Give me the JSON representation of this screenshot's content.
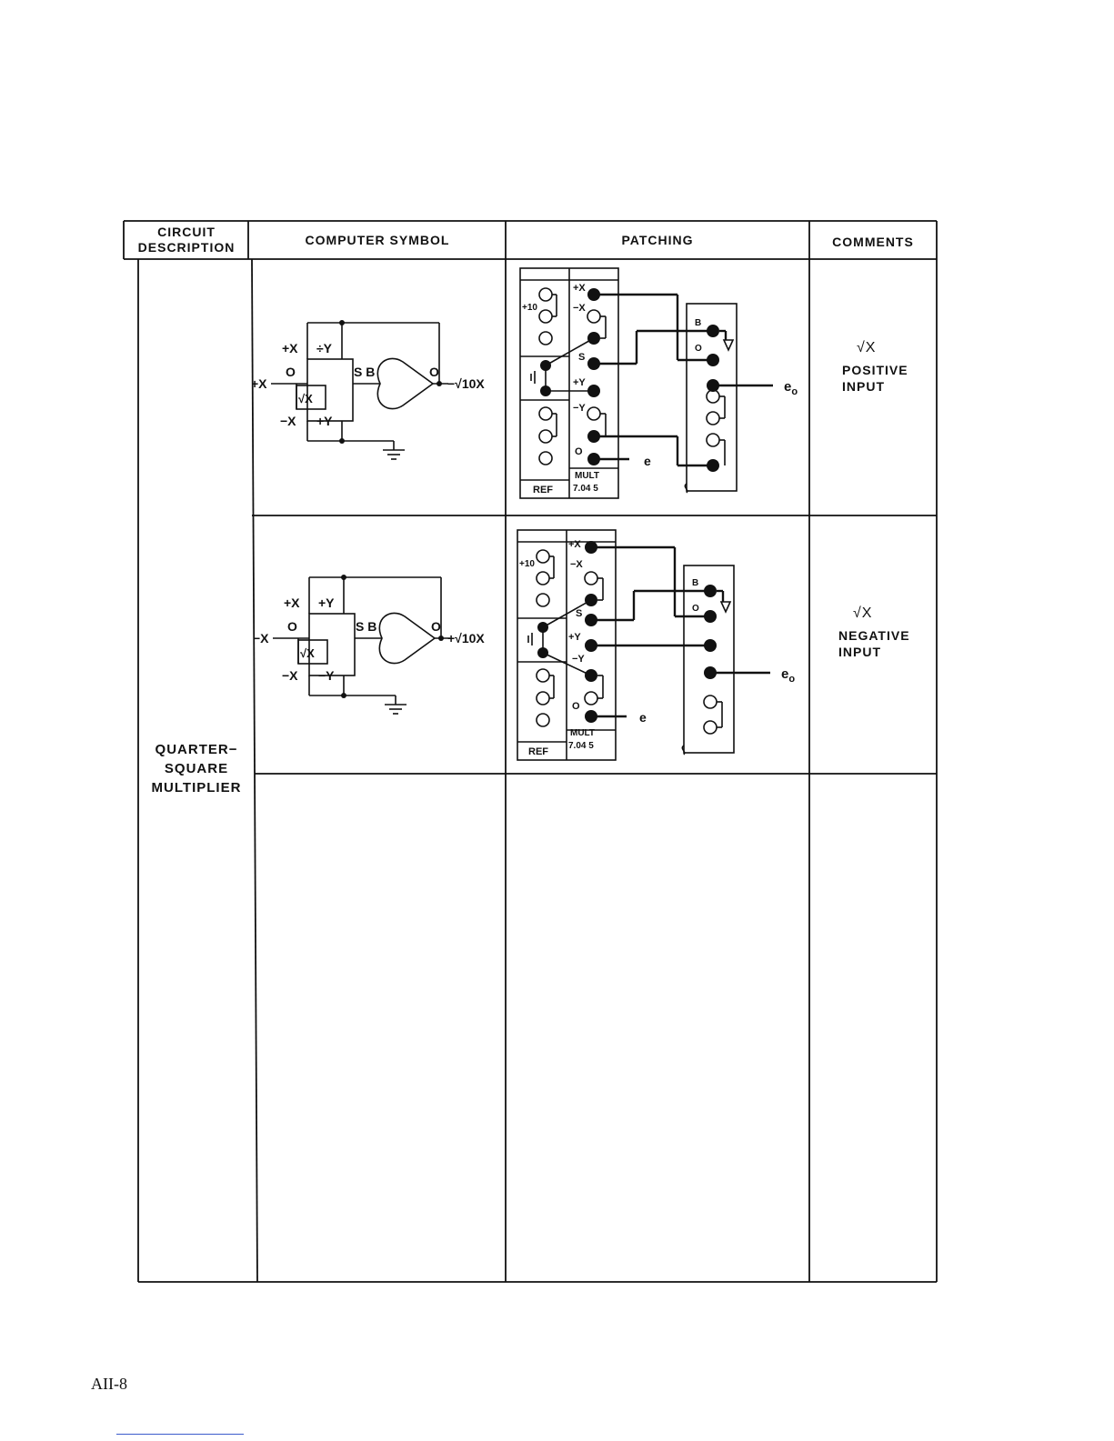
{
  "table": {
    "headers": {
      "circuit_description": "CIRCUIT DESCRIPTION",
      "computer_symbol": "COMPUTER SYMBOL",
      "patching": "PATCHING",
      "comments": "COMMENTS"
    },
    "description": [
      "QUARTER−",
      "SQUARE",
      "MULTIPLIER"
    ],
    "rows": [
      {
        "symbol": {
          "input_left": "+X",
          "top_left": "+X",
          "top_right": "÷Y",
          "port_o": "O",
          "bottom_left": "−X",
          "bottom_right": "+Y",
          "sb": "S B",
          "amp_o": "O",
          "output": "−√10X",
          "sqrt": "√X"
        },
        "patching": {
          "ref_labels": [
            "+10",
            "REF"
          ],
          "mult_labels": [
            "+X",
            "−X",
            "S",
            "+Y",
            "−Y",
            "O",
            "MULT",
            "7.04 5"
          ],
          "amp_labels": [
            "B",
            "O"
          ],
          "e": "e",
          "eo": "e",
          "eo_sub": "o"
        },
        "comment": {
          "symbol": "√X",
          "text": [
            "POSITIVE",
            "INPUT"
          ]
        }
      },
      {
        "symbol": {
          "input_left": "−X",
          "top_left": "+X",
          "top_right": "+Y",
          "port_o": "O",
          "bottom_left": "−X",
          "bottom_right": "−Y",
          "sb": "S B",
          "amp_o": "O",
          "output": "+√10X",
          "sqrt": "√X"
        },
        "patching": {
          "ref_labels": [
            "+10",
            "REF"
          ],
          "mult_labels": [
            "+X",
            "−X",
            "S",
            "+Y",
            "−Y",
            "O",
            "MULT",
            "7.04 5"
          ],
          "amp_labels": [
            "B",
            "O"
          ],
          "e": "e",
          "eo": "e",
          "eo_sub": "o"
        },
        "comment": {
          "symbol": "√X",
          "text": [
            "NEGATIVE",
            "INPUT"
          ]
        }
      }
    ]
  },
  "page_number": "AII-8"
}
